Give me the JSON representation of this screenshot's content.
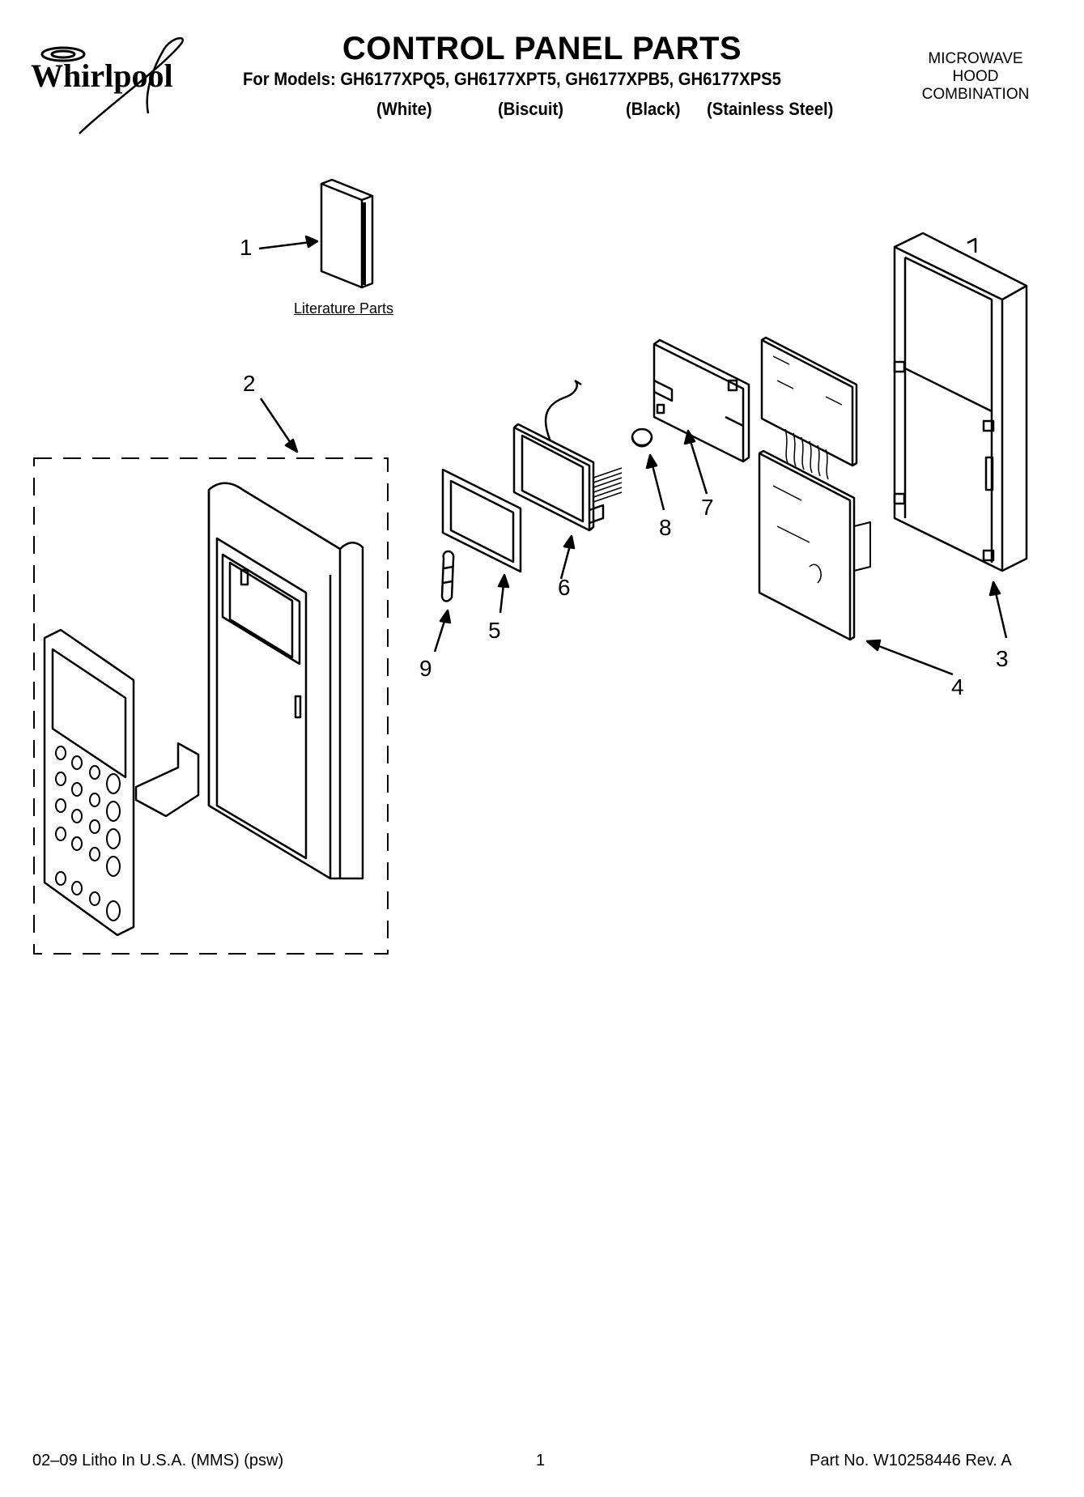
{
  "header": {
    "brand": "Whirlpool",
    "title": "CONTROL PANEL PARTS",
    "models_line": "For Models: GH6177XPQ5, GH6177XPT5, GH6177XPB5, GH6177XPS5",
    "variants": [
      "(White)",
      "(Biscuit)",
      "(Black)",
      "(Stainless Steel)"
    ],
    "product_type": [
      "MICROWAVE",
      "HOOD",
      "COMBINATION"
    ]
  },
  "diagram": {
    "literature_label": "Literature Parts",
    "callouts": [
      "1",
      "2",
      "3",
      "4",
      "5",
      "6",
      "7",
      "8",
      "9"
    ]
  },
  "footer": {
    "print_info": "02–09 Litho In U.S.A. (MMS) (psw)",
    "page_number": "1",
    "part_number": "Part No. W10258446 Rev. A"
  }
}
